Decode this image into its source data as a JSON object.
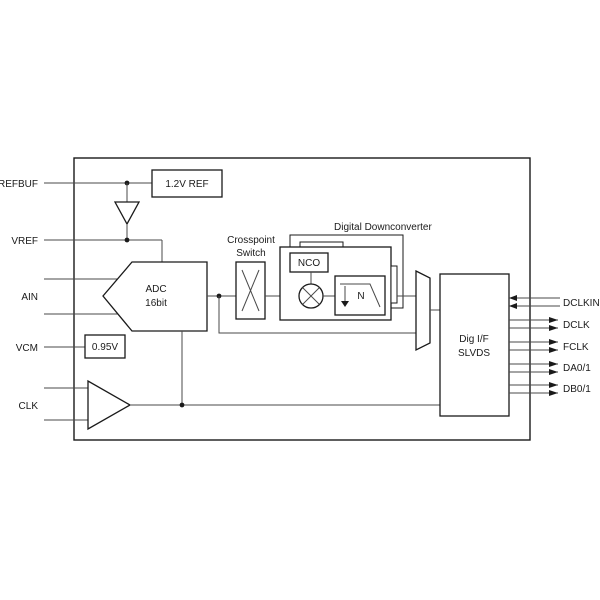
{
  "pins": {
    "refbuf": "REFBUF",
    "vref": "VREF",
    "ain": "AIN",
    "vcm": "VCM",
    "clk": "CLK",
    "dclkin": "DCLKIN",
    "dclk": "DCLK",
    "fclk": "FCLK",
    "da": "DA0/1",
    "db": "DB0/1"
  },
  "blocks": {
    "ref": "1.2V REF",
    "vcm_buf": "0.95V",
    "adc_line1": "ADC",
    "adc_line2": "16bit",
    "crosspoint_line1": "Crosspoint",
    "crosspoint_line2": "Switch",
    "ddc_title": "Digital Downconverter",
    "nco": "NCO",
    "decim": "N",
    "digif_line1": "Dig I/F",
    "digif_line2": "SLVDS"
  }
}
